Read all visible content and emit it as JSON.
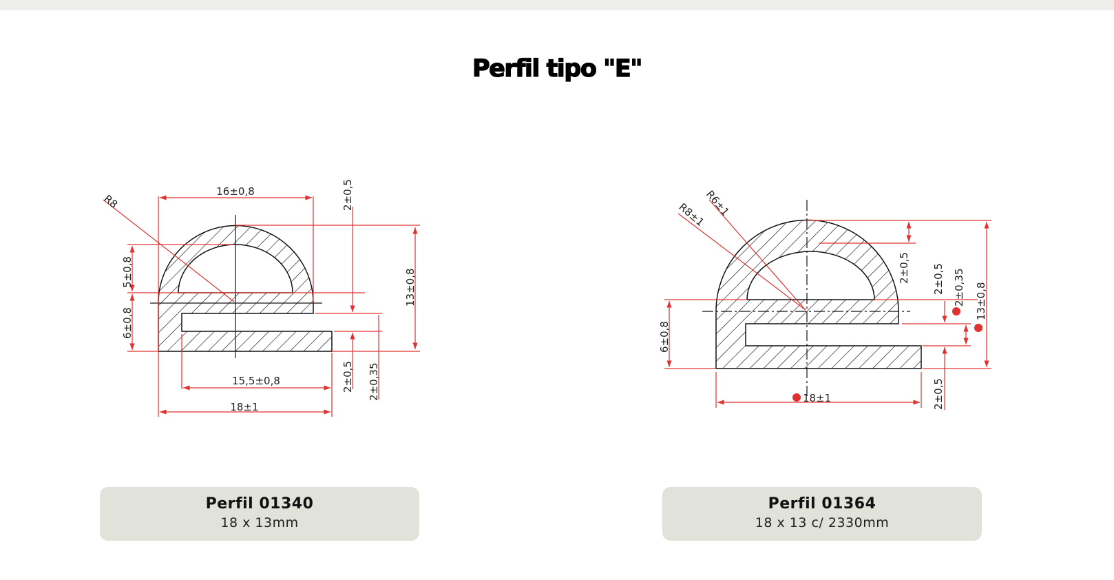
{
  "page": {
    "title": "Perfil tipo \"E\""
  },
  "profiles": [
    {
      "name": "Perfil 01340",
      "size": "18 x 13mm",
      "dimensions": {
        "top_width": "16±0,8",
        "radius": "R8",
        "upper_height": "5±0,8",
        "lower_height": "6±0,8",
        "total_height": "13±0,8",
        "top_wall": "2±0,5",
        "flange": "2±0,5",
        "slot": "2±0,35",
        "inner_width": "15,5±0,8",
        "total_width": "18±1"
      }
    },
    {
      "name": "Perfil 01364",
      "size": "18 x 13 c/ 2330mm",
      "dimensions": {
        "outer_radius": "R8±1",
        "inner_radius": "R6±1",
        "top_wall": "2±0,5",
        "mid_wall": "2±0,5",
        "slot": "2±0,35",
        "total_height": "13±0,8",
        "lower_height": "6±0,8",
        "flange": "2±0,5",
        "total_width": "18±1"
      }
    }
  ],
  "colors": {
    "dimension": "#e03030",
    "card": "#e1e2da",
    "topbar": "#eeeeea"
  }
}
